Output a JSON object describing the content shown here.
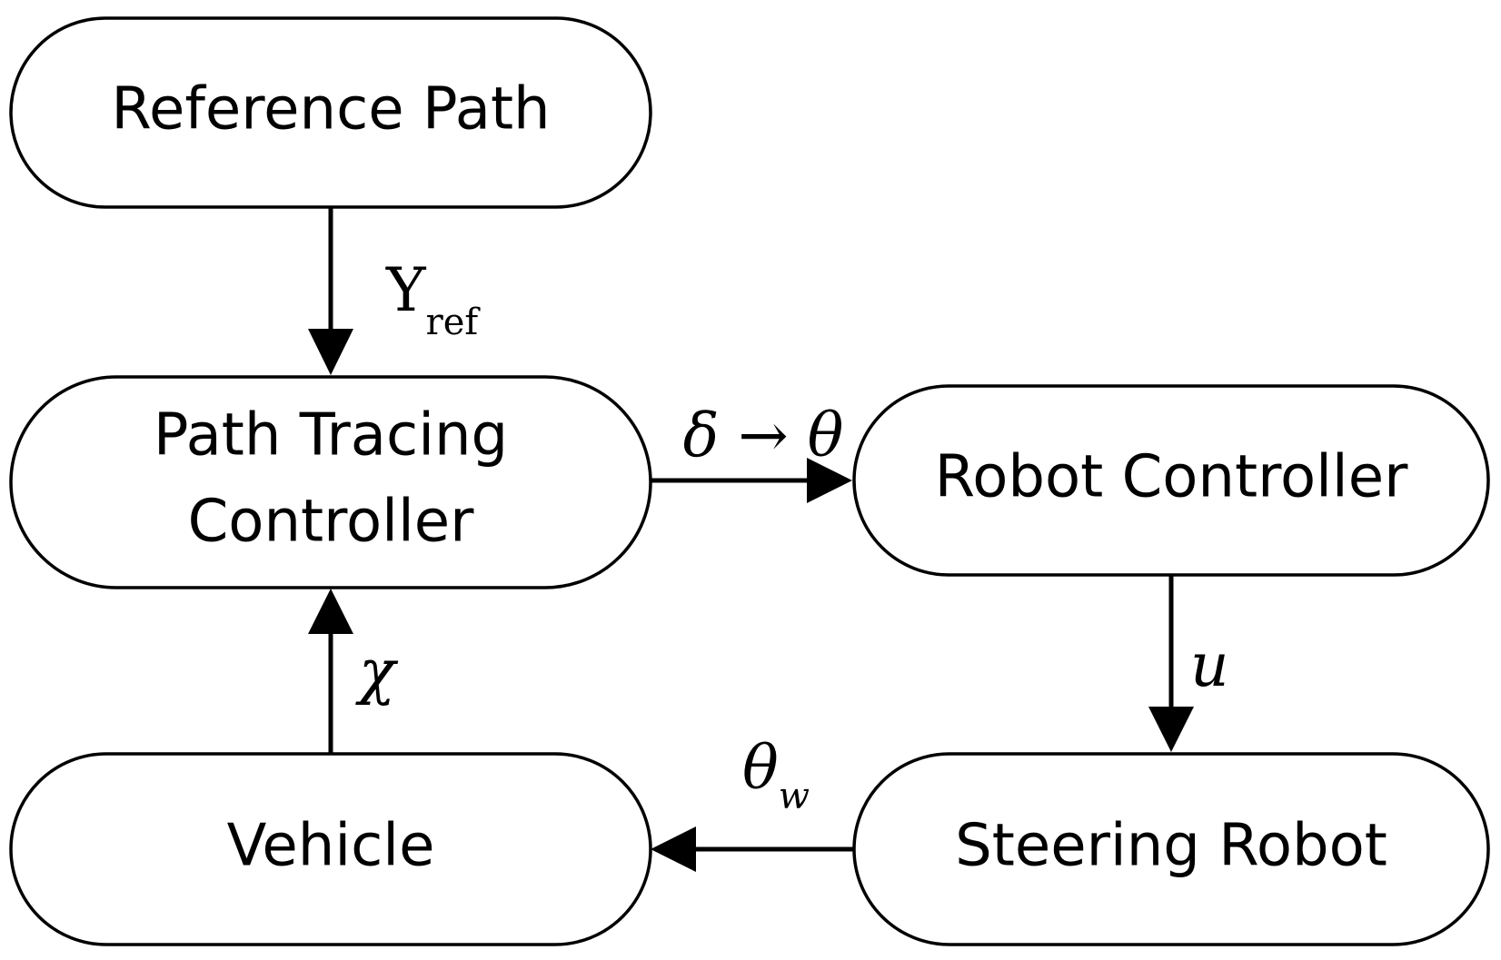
{
  "nodes": {
    "reference_path": {
      "label": "Reference Path"
    },
    "path_tracing_controller": {
      "line1": "Path Tracing",
      "line2": "Controller"
    },
    "robot_controller": {
      "label": "Robot Controller"
    },
    "steering_robot": {
      "label": "Steering Robot"
    },
    "vehicle": {
      "label": "Vehicle"
    }
  },
  "edges": {
    "ref_to_ptc": {
      "symbol": "Υ",
      "subscript": "ref"
    },
    "ptc_to_rc": {
      "label": "δ → θ"
    },
    "rc_to_sr": {
      "symbol": "u"
    },
    "sr_to_vehicle": {
      "symbol": "θ",
      "subscript": "w"
    },
    "vehicle_to_ptc": {
      "symbol": "χ"
    }
  }
}
